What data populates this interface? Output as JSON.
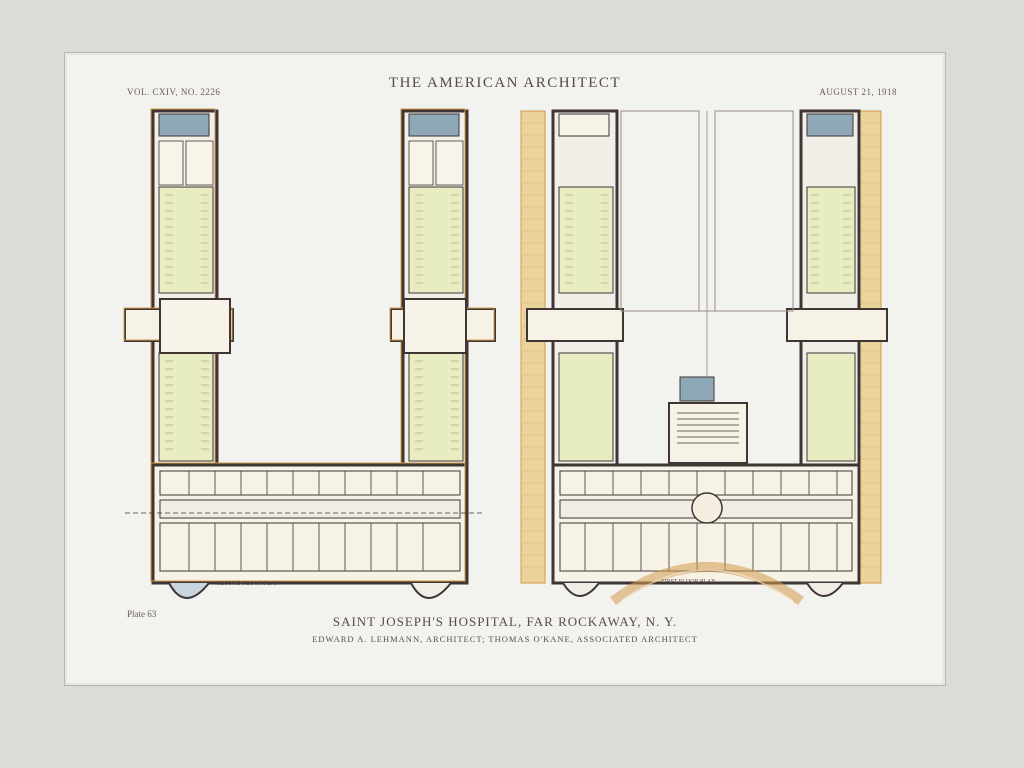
{
  "journal": {
    "title": "THE AMERICAN ARCHITECT",
    "volume": "VOL. CXIV, NO. 2226",
    "date": "AUGUST 21, 1918",
    "plate": "Plate 63"
  },
  "captions": {
    "main": "SAINT JOSEPH'S HOSPITAL, FAR ROCKAWAY, N. Y.",
    "architects": "EDWARD A. LEHMANN, ARCHITECT; THOMAS O'KANE, ASSOCIATED ARCHITECT"
  },
  "plans": {
    "second_floor": {
      "title": "SECOND FLOOR PLAN"
    },
    "first_floor": {
      "title": "FIRST FLOOR PLAN"
    }
  },
  "colors": {
    "mat": "#dddbd5",
    "paper": "#f2f2ee",
    "ward": "#e7edc1",
    "wall": "#3f3535",
    "wall_accent": "#d39a4a",
    "terrace": "#ecd39b",
    "ink": "#5a4a49"
  }
}
